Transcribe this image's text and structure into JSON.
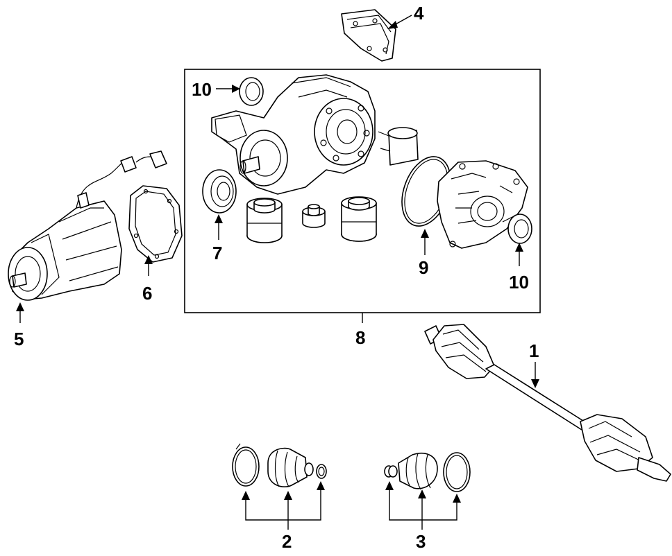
{
  "callouts": {
    "c1": "1",
    "c2": "2",
    "c3": "3",
    "c4": "4",
    "c5": "5",
    "c6": "6",
    "c7": "7",
    "c8": "8",
    "c9": "9",
    "c10a": "10",
    "c10b": "10"
  }
}
